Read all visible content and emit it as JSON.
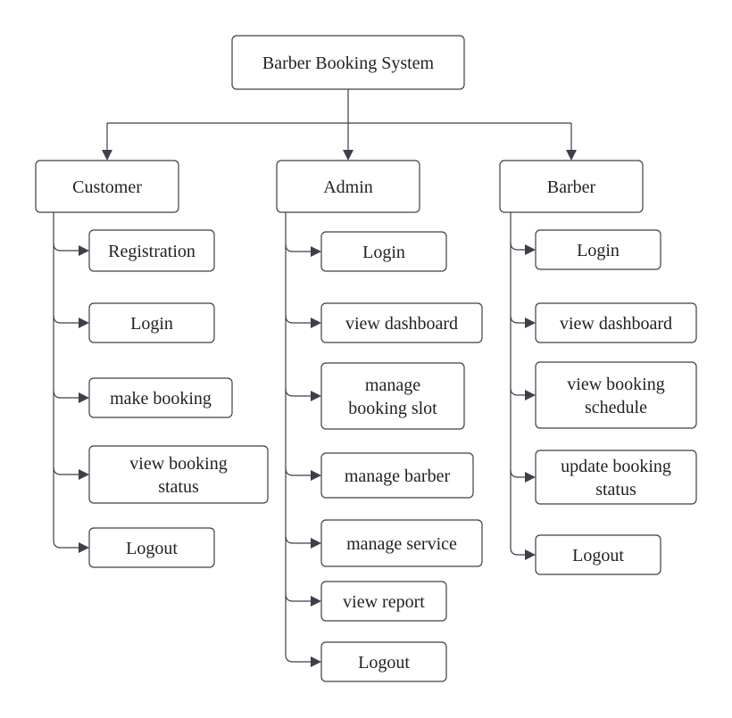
{
  "root": {
    "label": "Barber Booking System"
  },
  "groups": [
    {
      "label": "Customer",
      "items": [
        "Registration",
        "Login",
        "make booking",
        "view booking|status",
        "Logout"
      ]
    },
    {
      "label": "Admin",
      "items": [
        "Login",
        "view dashboard",
        "manage|booking slot",
        "manage barber",
        "manage service",
        "view report",
        "Logout"
      ]
    },
    {
      "label": "Barber",
      "items": [
        "Login",
        "view dashboard",
        "view booking|schedule",
        "update booking|status",
        "Logout"
      ]
    }
  ],
  "colors": {
    "stroke": "#3d3f4a",
    "fill": "#ffffff",
    "text": "#222222"
  }
}
